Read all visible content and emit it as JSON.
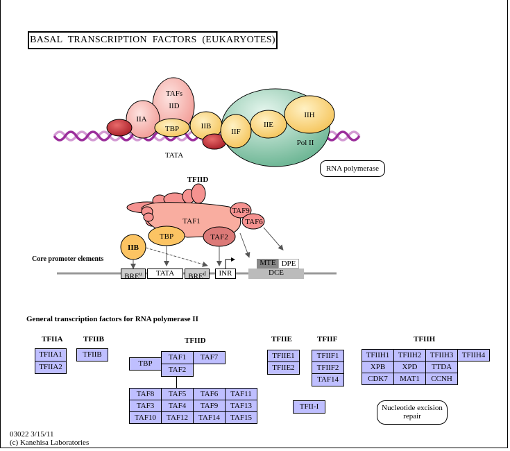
{
  "title": "BASAL  TRANSCRIPTION  FACTORS (EUKARYOTES)",
  "complex_illustration": {
    "labels": {
      "tafs": "TAFs",
      "iid": "IID",
      "iia": "IIA",
      "tbp": "TBP",
      "iib": "IIB",
      "iif": "IIF",
      "iie": "IIE",
      "iih": "IIH",
      "pol2": "Pol II",
      "tata": "TATA"
    },
    "rna_polymerase_link": "RNA polymerase"
  },
  "tfiid_detail": {
    "heading": "TFIID",
    "labels": {
      "taf1": "TAF1",
      "taf9": "TAF9",
      "taf6": "TAF6",
      "tbp": "TBP",
      "taf2": "TAF2",
      "iib": "IIB"
    },
    "core_promoter_label": "Core promoter elements",
    "elements": {
      "bre_u": "BRE",
      "bre_u_sup": "u",
      "tata": "TATA",
      "bre_d": "BRE",
      "bre_d_sup": "d",
      "inr": "INR",
      "mte": "MTE",
      "dpe": "DPE",
      "dce": "DCE"
    }
  },
  "gtf_section": {
    "heading": "General transcription factors for RNA polymerase II",
    "groups": {
      "tfiia": {
        "title": "TFIIA",
        "genes": [
          "TFIIA1",
          "TFIIA2"
        ]
      },
      "tfiib": {
        "title": "TFIIB",
        "genes": [
          "TFIIB"
        ]
      },
      "tfiid": {
        "title": "TFIID",
        "core": [
          "TBP",
          "TAF1",
          "TAF7",
          "TAF2"
        ],
        "grid": [
          [
            "TAF8",
            "TAF5",
            "TAF6",
            "TAF11"
          ],
          [
            "TAF3",
            "TAF4",
            "TAF9",
            "TAF13"
          ],
          [
            "TAF10",
            "TAF12",
            "TAF14",
            "TAF15"
          ]
        ]
      },
      "tfiie": {
        "title": "TFIIE",
        "genes": [
          "TFIIE1",
          "TFIIE2"
        ]
      },
      "tfiif": {
        "title": "TFIIF",
        "genes": [
          "TFIIF1",
          "TFIIF2",
          "TAF14"
        ]
      },
      "tfii_i": {
        "genes": [
          "TFII-I"
        ]
      },
      "tfiih": {
        "title": "TFIIH",
        "grid": [
          [
            "TFIIH1",
            "TFIIH2",
            "TFIIH3",
            "TFIIH4"
          ],
          [
            "XPB",
            "XPD",
            "TTDA"
          ],
          [
            "CDK7",
            "MAT1",
            "CCNH"
          ]
        ]
      }
    },
    "ner_link": "Nucleotide excision repair"
  },
  "footer": {
    "map_id_date": "03022 3/15/11",
    "copyright": "(c) Kanehisa Laboratories"
  },
  "colors": {
    "gene_box": "#bfbfff",
    "pink": "#f6a9a4",
    "red": "#c83c40",
    "yellow": "#fcd77a",
    "green": "#8fcbb0",
    "dna_dark": "#9b2e9b",
    "dna_light": "#d39ad3"
  }
}
